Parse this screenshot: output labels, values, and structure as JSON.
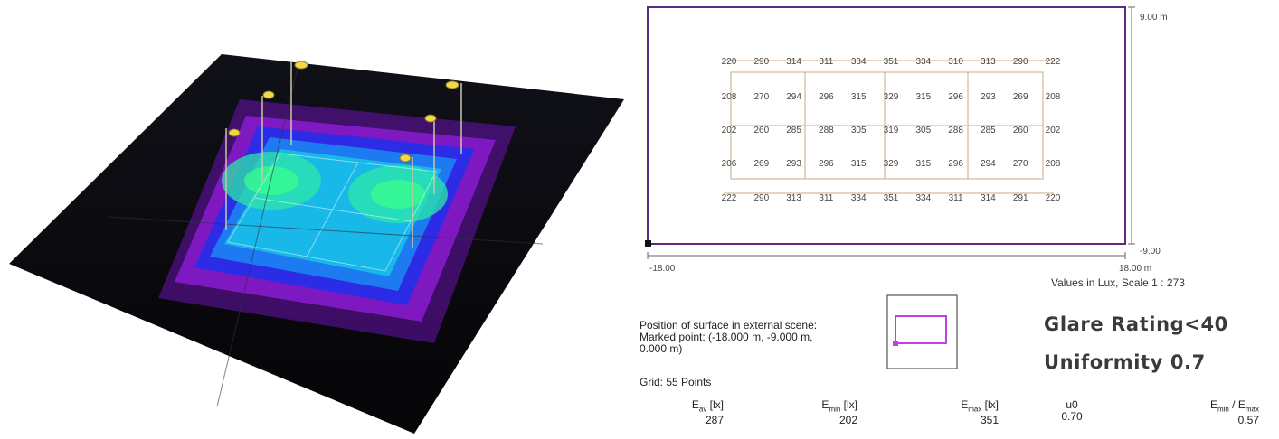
{
  "plan": {
    "top_dim": "9.00 m",
    "bottom_dim": "-9.00",
    "left_dim": "-18.00",
    "right_dim": "18.00 m",
    "scale_text": "Values in Lux, Scale 1 : 273",
    "rows": [
      [
        "220",
        "290",
        "314",
        "311",
        "334",
        "351",
        "334",
        "310",
        "313",
        "290",
        "222"
      ],
      [
        "208",
        "270",
        "294",
        "296",
        "315",
        "329",
        "315",
        "296",
        "293",
        "269",
        "208"
      ],
      [
        "202",
        "260",
        "285",
        "288",
        "305",
        "319",
        "305",
        "288",
        "285",
        "260",
        "202"
      ],
      [
        "206",
        "269",
        "293",
        "296",
        "315",
        "329",
        "315",
        "296",
        "294",
        "270",
        "208"
      ],
      [
        "222",
        "290",
        "313",
        "311",
        "334",
        "351",
        "334",
        "311",
        "314",
        "291",
        "220"
      ]
    ]
  },
  "surface": {
    "line1": "Position of surface in external scene:",
    "line2": "Marked point: (-18.000 m, -9.000 m,",
    "line3": "0.000 m)",
    "grid": "Grid: 55 Points"
  },
  "ratings": {
    "glare": "Glare Rating<40",
    "uniformity": "Uniformity  0.7"
  },
  "stats": {
    "eav": {
      "label": "E",
      "sub": "av",
      "unit": " [lx]",
      "value": "287"
    },
    "emin": {
      "label": "E",
      "sub": "min",
      "unit": " [lx]",
      "value": "202"
    },
    "emax": {
      "label": "E",
      "sub": "max",
      "unit": " [lx]",
      "value": "351"
    },
    "u0": {
      "label": "u0",
      "value": "0.70"
    },
    "ratio": {
      "label1": "E",
      "sub1": "min",
      "sep": " / ",
      "label2": "E",
      "sub2": "max",
      "value": "0.57"
    }
  },
  "colors": {
    "frame": "#5b2a86",
    "grid_line": "#c8a882",
    "inset": "#c040e0"
  }
}
